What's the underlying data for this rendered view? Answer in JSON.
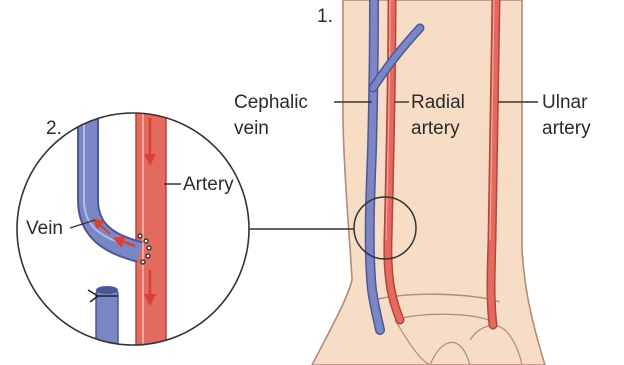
{
  "steps": {
    "step1": "1.",
    "step2": "2."
  },
  "labels": {
    "cephalic_vein_line1": "Cephalic",
    "cephalic_vein_line2": "vein",
    "radial_artery_line1": "Radial",
    "radial_artery_line2": "artery",
    "ulnar_artery_line1": "Ulnar",
    "ulnar_artery_line2": "artery",
    "inset_artery": "Artery",
    "inset_vein": "Vein"
  },
  "colors": {
    "skin": "#f7dcc6",
    "skin_outline": "#b48a78",
    "artery": "#e26a5e",
    "artery_dark": "#b8433a",
    "vein": "#7b86c4",
    "vein_dark": "#4b5796",
    "arrow": "#d9402f"
  }
}
